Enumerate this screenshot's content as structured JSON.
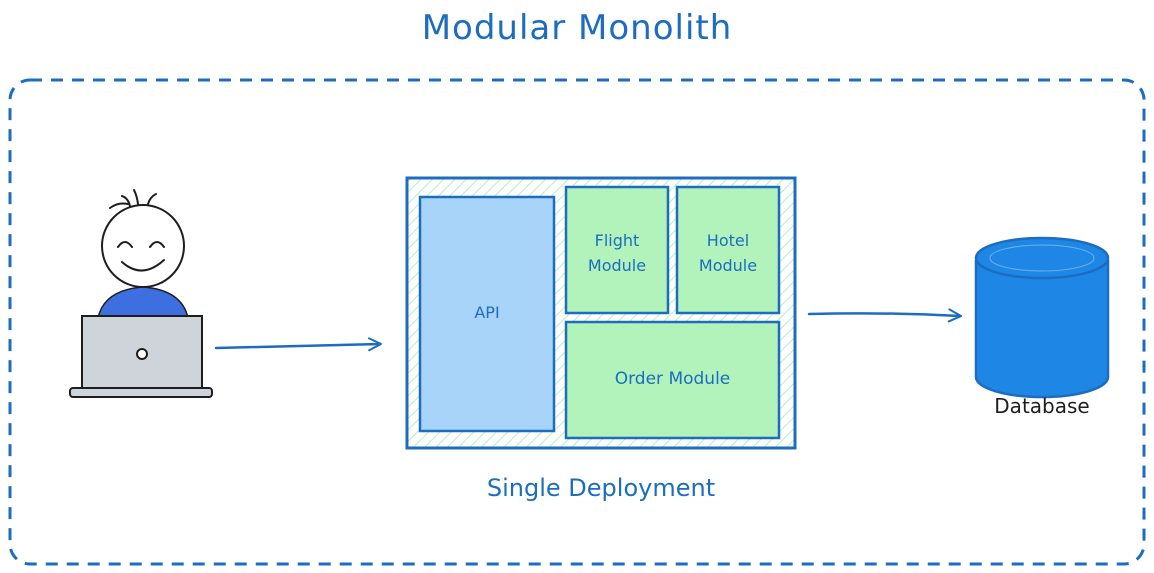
{
  "title": "Modular Monolith",
  "deployment": {
    "label": "Single Deployment",
    "components": {
      "api": "API",
      "flight": [
        "Flight",
        "Module"
      ],
      "hotel": [
        "Hotel",
        "Module"
      ],
      "order": "Order Module"
    }
  },
  "database": {
    "label": "Database"
  },
  "colors": {
    "stroke": "#1c6dbf",
    "title": "#1c6dbf",
    "api_fill": "#a8d4fa",
    "module_fill": "#b2f2bb",
    "hatch": "#b2f2bb",
    "db_fill": "#1e87e5",
    "person_shirt": "#3d6fe0",
    "laptop_fill": "#ced4da",
    "ink": "#1e1e1e"
  }
}
